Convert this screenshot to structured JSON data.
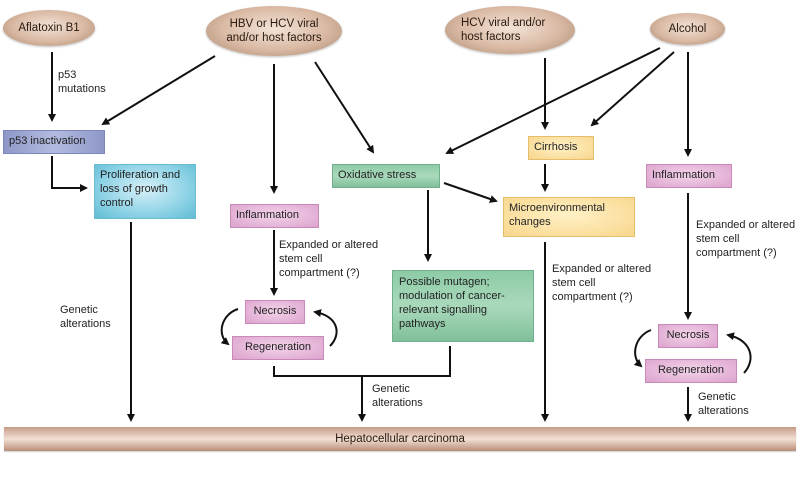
{
  "diagram": {
    "causes": {
      "aflatoxin": "Aflatoxin B1",
      "hbv_hcv": "HBV or HCV viral and/or host factors",
      "hcv": "HCV viral and/or host factors",
      "alcohol": "Alcohol"
    },
    "nodes": {
      "p53_inactivation": "p53 inactivation",
      "proliferation": "Proliferation and loss of growth control",
      "inflammation_left": "Inflammation",
      "necrosis_left": "Necrosis",
      "regeneration_left": "Regeneration",
      "oxidative_stress": "Oxidative stress",
      "possible_mutagen": "Possible mutagen; modulation of cancer-relevant signalling pathways",
      "cirrhosis": "Cirrhosis",
      "microenvironmental": "Microenvironmental changes",
      "inflammation_right": "Inflammation",
      "necrosis_right": "Necrosis",
      "regeneration_right": "Regeneration"
    },
    "edge_labels": {
      "p53_mutations": "p53 mutations",
      "genetic_alterations_left": "Genetic alterations",
      "stem_cell_left": "Expanded or altered stem cell compartment (?)",
      "genetic_alterations_center": "Genetic alterations",
      "stem_cell_center": "Expanded or altered stem cell compartment (?)",
      "stem_cell_right": "Expanded or altered stem cell compartment (?)",
      "genetic_alterations_right": "Genetic alterations"
    },
    "outcome": "Hepatocellular carcinoma"
  }
}
